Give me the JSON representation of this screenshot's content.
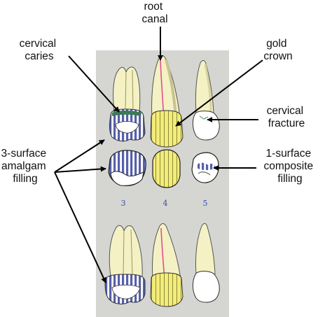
{
  "panel_color": "#d5d5d2",
  "colors": {
    "root": "#f4f1c4",
    "root_shade": "#dcd7a3",
    "amalgam": "#5660a8",
    "gold": "#f4ec7a",
    "gold_lines": "#8a8a3a",
    "composite": "#7fae94",
    "canal": "#e0508f",
    "arrow": "#000000",
    "number": "#3a4fa8"
  },
  "labels": {
    "root_canal": [
      "root",
      "canal"
    ],
    "cervical_caries": [
      "cervical",
      "caries"
    ],
    "gold_crown": [
      "gold",
      "crown"
    ],
    "cervical_fracture": [
      "cervical",
      "fracture"
    ],
    "amalgam_filling": [
      "3-surface",
      "amalgam",
      "filling"
    ],
    "composite_filling": [
      "1-surface",
      "composite",
      "filling"
    ]
  },
  "tooth_numbers": [
    "3",
    "4",
    "5"
  ]
}
